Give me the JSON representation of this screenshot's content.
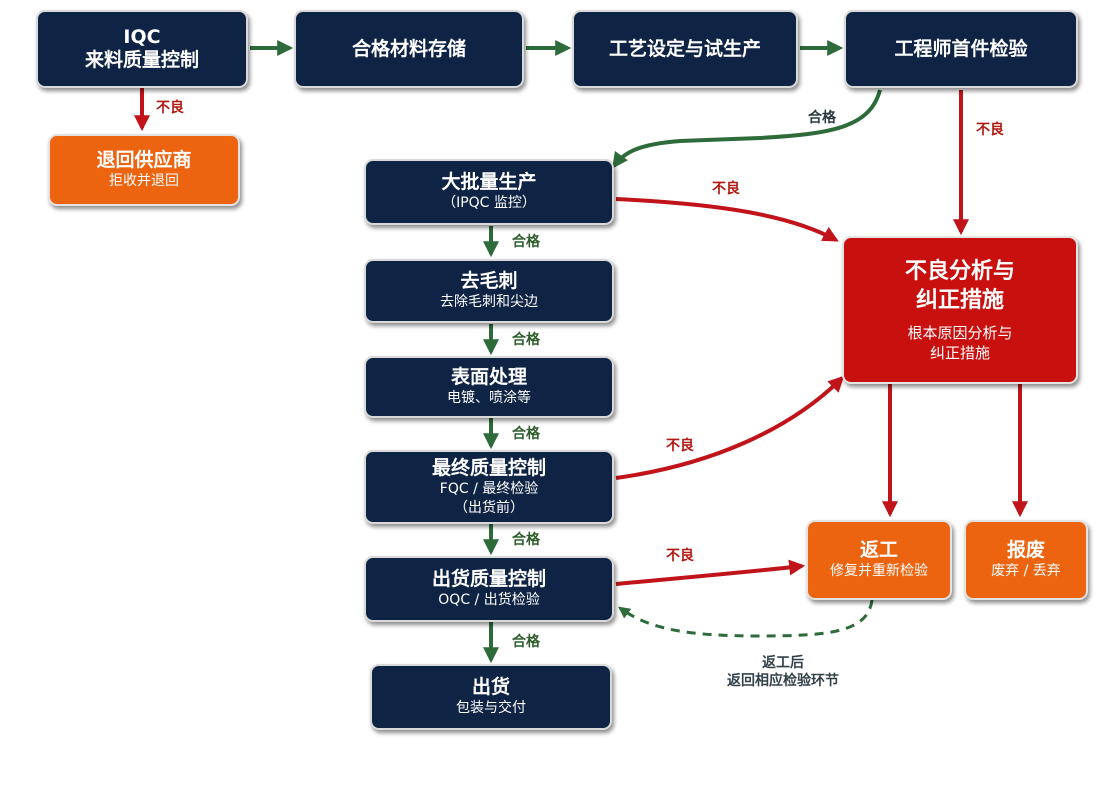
{
  "colors": {
    "navy": "#0f2345",
    "orange": "#ec6410",
    "red": "#c8100f",
    "green_arrow": "#2e6b3a",
    "red_arrow": "#c0141a",
    "label_red": "#b01a12",
    "label_green": "#2d5e2b"
  },
  "nodes": {
    "iqc": {
      "title": "IQC",
      "subtitle": "来料质量控制"
    },
    "return_supplier": {
      "title": "退回供应商",
      "subtitle": "拒收并退回"
    },
    "storage": {
      "title": "合格材料存储"
    },
    "process_setup": {
      "title": "工艺设定与试生产"
    },
    "first_article": {
      "title": "工程师首件检验"
    },
    "mass_production": {
      "title": "大批量生产",
      "subtitle": "（IPQC 监控）"
    },
    "deburr": {
      "title": "去毛刺",
      "subtitle": "去除毛刺和尖边"
    },
    "surface": {
      "title": "表面处理",
      "subtitle": "电镀、喷涂等"
    },
    "fqc": {
      "title": "最终质量控制",
      "subtitle": "FQC / 最终检验",
      "subtitle2": "（出货前）"
    },
    "oqc": {
      "title": "出货质量控制",
      "subtitle": "OQC / 出货检验"
    },
    "ship": {
      "title": "出货",
      "subtitle": "包装与交付"
    },
    "analysis": {
      "title": "不良分析与",
      "title2": "纠正措施",
      "subtitle": "根本原因分析与",
      "subtitle2": "纠正措施"
    },
    "rework": {
      "title": "返工",
      "subtitle": "修复并重新检验"
    },
    "scrap": {
      "title": "报废",
      "subtitle": "废弃 / 丢弃"
    }
  },
  "labels": {
    "iqc_ng": "不良",
    "first_pass": "合格",
    "first_ng": "不良",
    "mass_ng": "不良",
    "mass_pass": "合格",
    "deburr_pass": "合格",
    "surface_pass": "合格",
    "fqc_ng": "不良",
    "fqc_pass": "合格",
    "oqc_ng": "不良",
    "oqc_pass": "合格"
  },
  "rework_note": {
    "line1": "返工后",
    "line2": "返回相应检验环节"
  }
}
